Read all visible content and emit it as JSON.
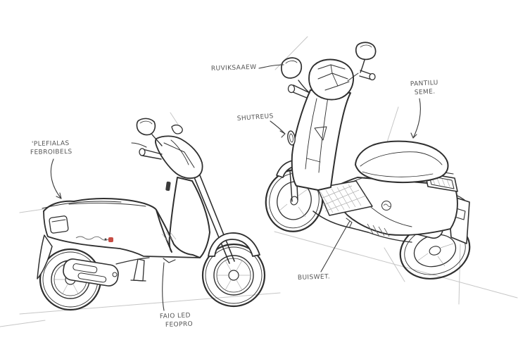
{
  "colors": {
    "background": "#ffffff",
    "ink": "#2f2f2f",
    "construction_line": "#c6c6c6",
    "annotation_ink": "#3c3c3c",
    "decal_accent_red": "#c13a30"
  },
  "annotations": {
    "mirror": {
      "label": "RUVIKSAAEW"
    },
    "front_shield": {
      "label": "SHUTREUS"
    },
    "seat": {
      "line1": "PANTILU",
      "line2": "SEME."
    },
    "rear_rack": {
      "line1": "'PLEFIALAS",
      "line2": "FEBROIBELS"
    },
    "led": {
      "line1": "FAIO LED",
      "line2": "FEOPRO"
    },
    "underbody": {
      "label": "BUISWET."
    }
  }
}
